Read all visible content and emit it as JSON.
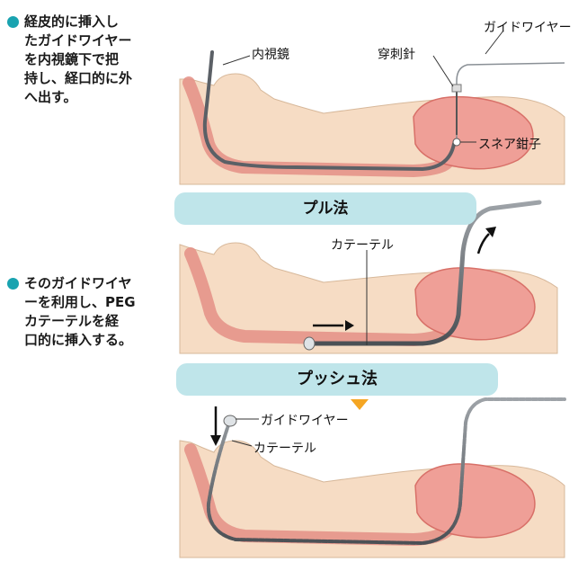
{
  "notes": [
    {
      "lines": [
        "経皮的に挿入し",
        "たガイドワイヤー",
        "を内視鏡下で把",
        "持し、経口的に外",
        "へ出す。"
      ]
    },
    {
      "lines": [
        "そのガイドワイヤ",
        "ーを利用し、PEG",
        "カテーテルを経",
        "口的に挿入する。"
      ]
    }
  ],
  "banners": {
    "pull": "プル法",
    "push": "プッシュ法"
  },
  "labels": {
    "endoscope": "内視鏡",
    "puncture_needle": "穿刺針",
    "guidewire_top": "ガイドワイヤー",
    "snare_forceps": "スネア鉗子",
    "catheter_mid": "カテーテル",
    "guidewire_bottom": "ガイドワイヤー",
    "catheter_bottom": "カテーテル"
  },
  "colors": {
    "accent": "#19a3b0",
    "banner": "#bfe5ea",
    "skin": "#f6dcc4",
    "organ": "#ef9f97",
    "marker": "#f5a623"
  }
}
